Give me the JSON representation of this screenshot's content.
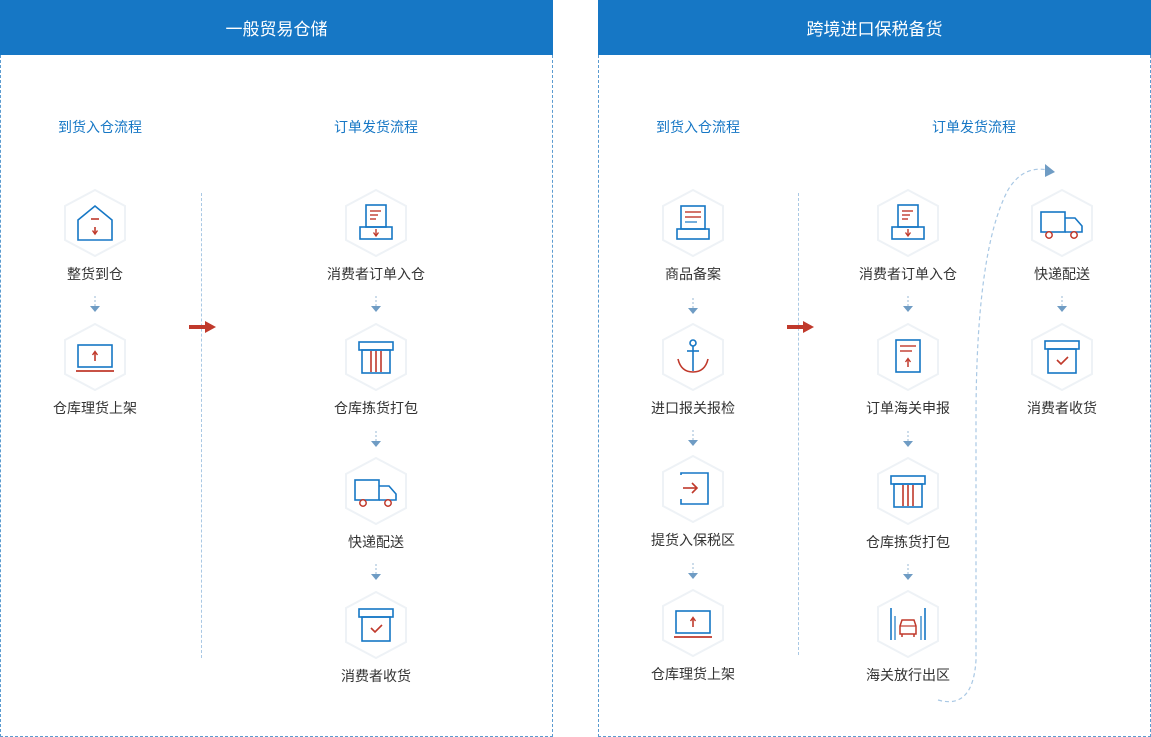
{
  "colors": {
    "header": "#1677c5",
    "icon_blue": "#1677c5",
    "icon_red": "#c0392b",
    "arrow_red": "#c0392b"
  },
  "left": {
    "header": "一般贸易仓储",
    "inbound": {
      "title": "到货入仓流程",
      "steps": [
        {
          "label": "整货到仓",
          "icon": "house-box-icon"
        },
        {
          "label": "仓库理货上架",
          "icon": "shelf-upload-icon"
        }
      ]
    },
    "outbound": {
      "title": "订单发货流程",
      "steps": [
        {
          "label": "消费者订单入仓",
          "icon": "order-inbox-icon"
        },
        {
          "label": "仓库拣货打包",
          "icon": "package-icon"
        },
        {
          "label": "快递配送",
          "icon": "truck-icon"
        },
        {
          "label": "消费者收货",
          "icon": "box-check-icon"
        }
      ]
    }
  },
  "right": {
    "header": "跨境进口保税备货",
    "inbound": {
      "title": "到货入仓流程",
      "steps": [
        {
          "label": "商品备案",
          "icon": "document-file-icon"
        },
        {
          "label": "进口报关报检",
          "icon": "anchor-icon"
        },
        {
          "label": "提货入保税区",
          "icon": "enter-door-icon"
        },
        {
          "label": "仓库理货上架",
          "icon": "shelf-upload-icon"
        }
      ]
    },
    "outbound": {
      "title": "订单发货流程",
      "steps": [
        {
          "label": "消费者订单入仓",
          "icon": "order-inbox-icon"
        },
        {
          "label": "订单海关申报",
          "icon": "declaration-doc-icon"
        },
        {
          "label": "仓库拣货打包",
          "icon": "package-icon"
        },
        {
          "label": "海关放行出区",
          "icon": "customs-gate-icon"
        }
      ]
    },
    "delivery": {
      "steps": [
        {
          "label": "快递配送",
          "icon": "truck-icon"
        },
        {
          "label": "消费者收货",
          "icon": "box-check-icon"
        }
      ]
    }
  }
}
